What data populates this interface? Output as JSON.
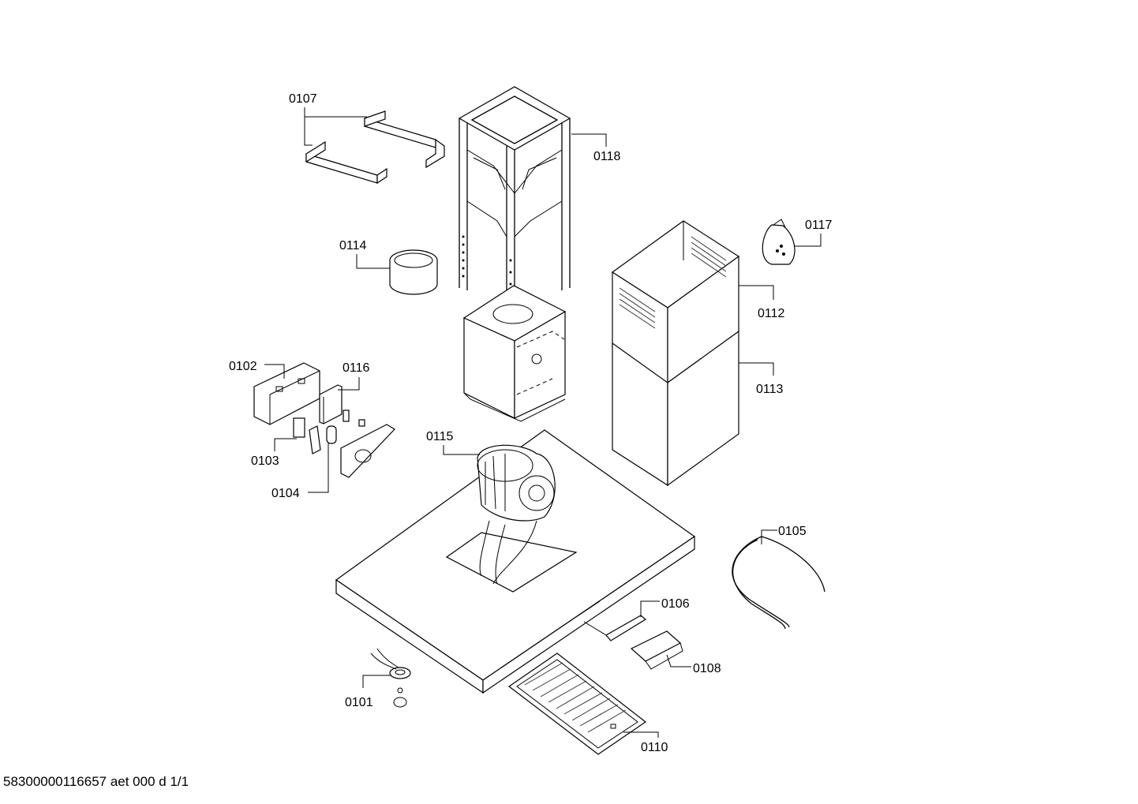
{
  "labels": {
    "p0101": "0101",
    "p0102": "0102",
    "p0103": "0103",
    "p0104": "0104",
    "p0105": "0105",
    "p0106": "0106",
    "p0107": "0107",
    "p0108": "0108",
    "p0110": "0110",
    "p0112": "0112",
    "p0113": "0113",
    "p0114": "0114",
    "p0115": "0115",
    "p0116": "0116",
    "p0117": "0117",
    "p0118": "0118"
  },
  "footer": "58300000116657 aet 000 d 1/1"
}
